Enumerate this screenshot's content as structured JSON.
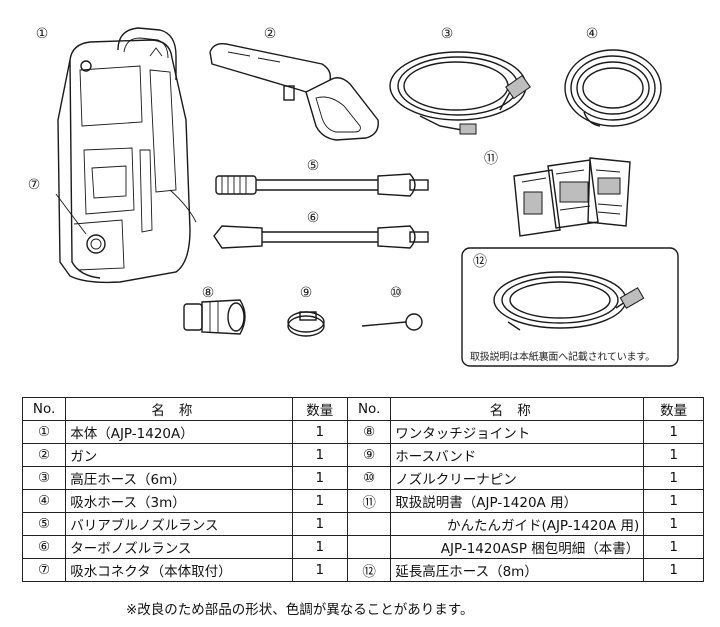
{
  "callouts": [
    {
      "id": "c1",
      "label": "①"
    },
    {
      "id": "c2",
      "label": "②"
    },
    {
      "id": "c3",
      "label": "③"
    },
    {
      "id": "c4",
      "label": "④"
    },
    {
      "id": "c5",
      "label": "⑤"
    },
    {
      "id": "c6",
      "label": "⑥"
    },
    {
      "id": "c7",
      "label": "⑦"
    },
    {
      "id": "c8",
      "label": "⑧"
    },
    {
      "id": "c9",
      "label": "⑨"
    },
    {
      "id": "c10",
      "label": "⑩"
    },
    {
      "id": "c11",
      "label": "⑪"
    },
    {
      "id": "c12",
      "label": "⑫"
    }
  ],
  "box12_note": "取扱説明は本紙裏面へ記載されています。",
  "table": {
    "headers": {
      "no": "No.",
      "name": "名称",
      "qty": "数量"
    },
    "left_rows": [
      {
        "no": "①",
        "name": "本体（AJP-1420A）",
        "qty": "1"
      },
      {
        "no": "②",
        "name": "ガン",
        "qty": "1"
      },
      {
        "no": "③",
        "name": "高圧ホース（6m）",
        "qty": "1"
      },
      {
        "no": "④",
        "name": "吸水ホース（3m）",
        "qty": "1"
      },
      {
        "no": "⑤",
        "name": "バリアブルノズルランス",
        "qty": "1"
      },
      {
        "no": "⑥",
        "name": "ターボノズルランス",
        "qty": "1"
      },
      {
        "no": "⑦",
        "name": "吸水コネクタ（本体取付）",
        "qty": "1"
      }
    ],
    "right_rows": [
      {
        "no": "⑧",
        "name": "ワンタッチジョイント",
        "qty": "1"
      },
      {
        "no": "⑨",
        "name": "ホースバンド",
        "qty": "1"
      },
      {
        "no": "⑩",
        "name": "ノズルクリーナピン",
        "qty": "1"
      },
      {
        "no": "⑪",
        "name": "取扱説明書（AJP-1420A 用）",
        "qty": "1"
      },
      {
        "no": "",
        "name": "かんたんガイド(AJP-1420A 用)",
        "qty": "1"
      },
      {
        "no": "",
        "name": "AJP-1420ASP 梱包明細（本書）",
        "qty": "1"
      },
      {
        "no": "⑫",
        "name": "延長高圧ホース（8m）",
        "qty": "1"
      }
    ]
  },
  "footnote": "※改良のため部品の形状、色調が異なることがあります。"
}
